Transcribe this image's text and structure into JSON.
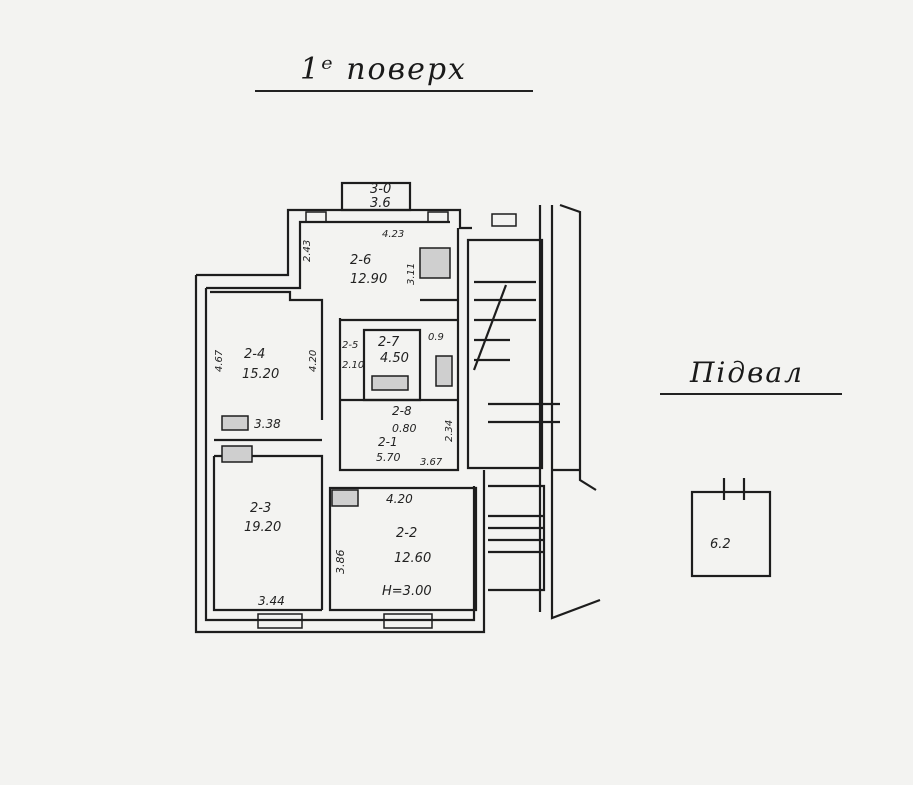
{
  "titles": {
    "floor": "1ᵉ поверх",
    "basement": "Підвал"
  },
  "rooms": [
    {
      "id": "3-0",
      "area": "3.6"
    },
    {
      "id": "2-6",
      "area": "12.90"
    },
    {
      "id": "2-4",
      "area": "15.20"
    },
    {
      "id": "2-5",
      "area": "2.10"
    },
    {
      "id": "2-7",
      "area": "4.50"
    },
    {
      "id": "2-8",
      "area": "0.80"
    },
    {
      "id": "2-1",
      "area": "5.70"
    },
    {
      "id": "2-3",
      "area": "19.20"
    },
    {
      "id": "2-2",
      "area": "12.60"
    },
    {
      "id": "",
      "area": "6.2"
    }
  ],
  "dimensions": [
    "4.23",
    "2.43",
    "3.11",
    "4.67",
    "4.20",
    "0.9",
    "2.34",
    "3.38",
    "3.67",
    "4.20",
    "3.86",
    "3.44"
  ],
  "height_note": "H=3.00"
}
